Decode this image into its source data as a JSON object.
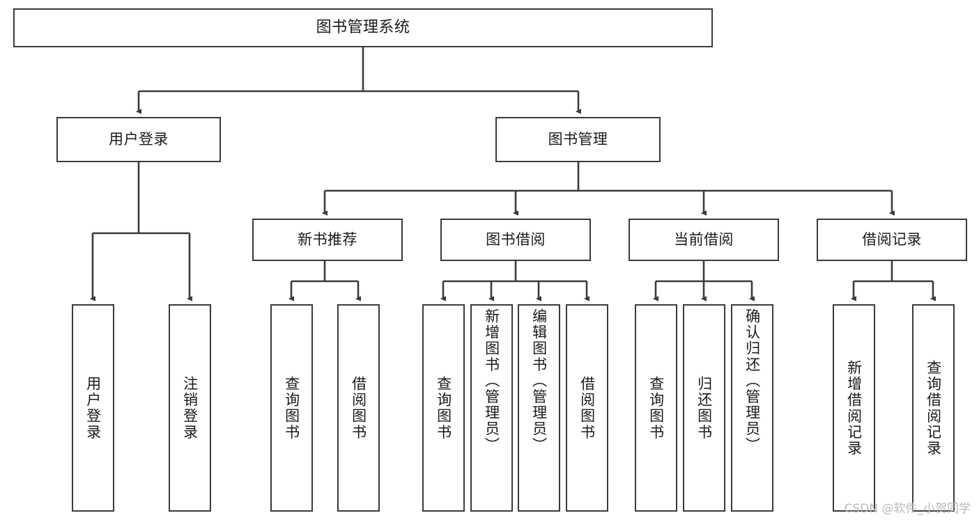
{
  "diagram": {
    "title": "图书管理系统",
    "type": "tree",
    "watermark": "CSDN @软件_小贺同学",
    "colors": {
      "stroke": "#3a3a3a",
      "fill": "#ffffff",
      "text": "#1a1a1a",
      "watermark": "#b9b9b9"
    },
    "levels": {
      "root": "图书管理系统",
      "level2": [
        "用户登录",
        "图书管理"
      ],
      "level3": [
        "新书推荐",
        "图书借阅",
        "当前借阅",
        "借阅记录"
      ]
    },
    "nodes": {
      "root": {
        "label": "图书管理系统"
      },
      "user_login": {
        "label": "用户登录"
      },
      "book_manage": {
        "label": "图书管理"
      },
      "new_book_rec": {
        "label": "新书推荐"
      },
      "book_borrow": {
        "label": "图书借阅"
      },
      "current_borrow": {
        "label": "当前借阅"
      },
      "borrow_record": {
        "label": "借阅记录"
      },
      "leaf_user_login": {
        "label": "用户登录"
      },
      "leaf_logout": {
        "label": "注销登录"
      },
      "leaf_query_book_1": {
        "label": "查询图书"
      },
      "leaf_borrow_book_1": {
        "label": "借阅图书"
      },
      "leaf_query_book_2": {
        "label": "查询图书"
      },
      "leaf_add_book": {
        "label": "新增图书（管理员）"
      },
      "leaf_edit_book": {
        "label": "编辑图书（管理员）"
      },
      "leaf_borrow_book_2": {
        "label": "借阅图书"
      },
      "leaf_query_book_3": {
        "label": "查询图书"
      },
      "leaf_return_book": {
        "label": "归还图书"
      },
      "leaf_confirm_return": {
        "label": "确认归还（管理员）"
      },
      "leaf_add_record": {
        "label": "新增借阅记录"
      },
      "leaf_query_record": {
        "label": "查询借阅记录"
      }
    },
    "edges": [
      {
        "from": "root",
        "to": "user_login"
      },
      {
        "from": "root",
        "to": "book_manage"
      },
      {
        "from": "user_login",
        "to": "leaf_user_login"
      },
      {
        "from": "user_login",
        "to": "leaf_logout"
      },
      {
        "from": "book_manage",
        "to": "new_book_rec"
      },
      {
        "from": "book_manage",
        "to": "book_borrow"
      },
      {
        "from": "book_manage",
        "to": "current_borrow"
      },
      {
        "from": "book_manage",
        "to": "borrow_record"
      },
      {
        "from": "new_book_rec",
        "to": "leaf_query_book_1"
      },
      {
        "from": "new_book_rec",
        "to": "leaf_borrow_book_1"
      },
      {
        "from": "book_borrow",
        "to": "leaf_query_book_2"
      },
      {
        "from": "book_borrow",
        "to": "leaf_add_book"
      },
      {
        "from": "book_borrow",
        "to": "leaf_edit_book"
      },
      {
        "from": "book_borrow",
        "to": "leaf_borrow_book_2"
      },
      {
        "from": "current_borrow",
        "to": "leaf_query_book_3"
      },
      {
        "from": "current_borrow",
        "to": "leaf_return_book"
      },
      {
        "from": "current_borrow",
        "to": "leaf_confirm_return"
      },
      {
        "from": "borrow_record",
        "to": "leaf_add_record"
      },
      {
        "from": "borrow_record",
        "to": "leaf_query_record"
      }
    ]
  }
}
